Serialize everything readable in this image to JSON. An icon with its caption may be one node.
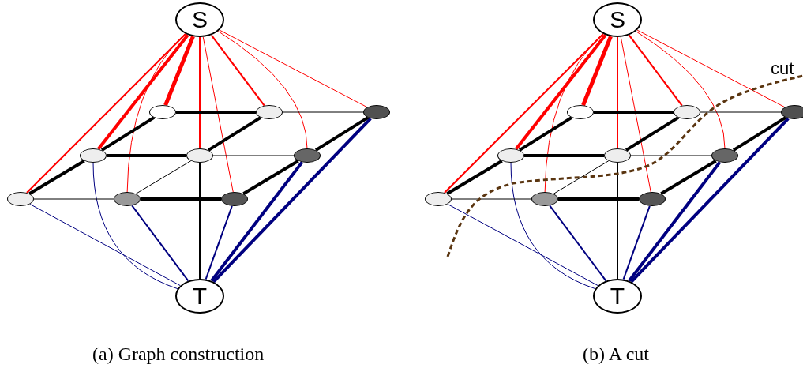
{
  "diagram": {
    "nodes": [
      {
        "text": [
          "S"
        ]
      },
      {
        "text": [
          "T"
        ]
      },
      {
        "text": [],
        "shape": "ellipse"
      },
      {
        "text": [],
        "shape": "ellipse"
      },
      {
        "text": [],
        "shape": "ellipse"
      },
      {
        "text": [],
        "shape": "ellipse"
      },
      {
        "text": [],
        "shape": "ellipse"
      },
      {
        "text": [],
        "shape": "ellipse"
      },
      {
        "text": [],
        "shape": "ellipse"
      },
      {
        "text": [],
        "shape": "ellipse"
      },
      {
        "text": [],
        "shape": "ellipse"
      },
      {
        "text": [
          "S"
        ]
      },
      {
        "text": [
          "T"
        ]
      },
      {
        "text": [],
        "shape": "ellipse"
      },
      {
        "text": [],
        "shape": "ellipse"
      },
      {
        "text": [],
        "shape": "ellipse"
      },
      {
        "text": [],
        "shape": "ellipse"
      },
      {
        "text": [],
        "shape": "ellipse"
      },
      {
        "text": [],
        "shape": "ellipse"
      },
      {
        "text": [],
        "shape": "ellipse"
      },
      {
        "text": [],
        "shape": "ellipse"
      },
      {
        "text": [],
        "shape": "ellipse"
      }
    ],
    "edges": [
      {
        "from": 0,
        "to": 8,
        "arrow": "none",
        "color": "#ff0000"
      },
      {
        "from": 0,
        "to": 5,
        "arrow": "none",
        "color": "#ff0000",
        "style": "thick"
      },
      {
        "from": 0,
        "to": 2,
        "arrow": "none",
        "color": "#ff0000",
        "style": "thick"
      },
      {
        "from": 0,
        "to": 9,
        "arrow": "none",
        "color": "#ff0000"
      },
      {
        "from": 0,
        "to": 6,
        "arrow": "none",
        "color": "#ff0000"
      },
      {
        "from": 0,
        "to": 10,
        "arrow": "none",
        "color": "#ff0000"
      },
      {
        "from": 0,
        "to": 3,
        "arrow": "none",
        "color": "#ff0000"
      },
      {
        "from": 0,
        "to": 7,
        "arrow": "none",
        "color": "#ff0000"
      },
      {
        "from": 0,
        "to": 4,
        "arrow": "none",
        "color": "#ff0000"
      },
      {
        "from": 8,
        "to": 1,
        "arrow": "none",
        "color": "#000080"
      },
      {
        "from": 5,
        "to": 1,
        "arrow": "none",
        "color": "#000080"
      },
      {
        "from": 9,
        "to": 1,
        "arrow": "none",
        "color": "#000080"
      },
      {
        "from": 10,
        "to": 1,
        "arrow": "none",
        "color": "#000080"
      },
      {
        "from": 7,
        "to": 1,
        "arrow": "none",
        "color": "#000080",
        "style": "thick"
      },
      {
        "from": 4,
        "to": 1,
        "arrow": "none",
        "color": "#000080",
        "style": "thick"
      },
      {
        "from": 2,
        "to": 3,
        "arrow": "none",
        "style": "thick"
      },
      {
        "from": 3,
        "to": 4,
        "arrow": "none"
      },
      {
        "from": 5,
        "to": 6,
        "arrow": "none",
        "style": "thick"
      },
      {
        "from": 6,
        "to": 7,
        "arrow": "none"
      },
      {
        "from": 8,
        "to": 9,
        "arrow": "none"
      },
      {
        "from": 9,
        "to": 10,
        "arrow": "none",
        "style": "thick"
      },
      {
        "from": 8,
        "to": 5,
        "arrow": "none",
        "style": "thick"
      },
      {
        "from": 5,
        "to": 2,
        "arrow": "none",
        "style": "thick"
      },
      {
        "from": 9,
        "to": 6,
        "arrow": "none"
      },
      {
        "from": 6,
        "to": 3,
        "arrow": "none",
        "style": "thick"
      },
      {
        "from": 10,
        "to": 7,
        "arrow": "none",
        "style": "thick"
      },
      {
        "from": 7,
        "to": 4,
        "arrow": "none",
        "style": "thick"
      },
      {
        "from": 6,
        "to": 1,
        "arrow": "none"
      },
      {
        "from": 11,
        "to": 19,
        "arrow": "none",
        "color": "#ff0000"
      },
      {
        "from": 11,
        "to": 16,
        "arrow": "none",
        "color": "#ff0000",
        "style": "thick"
      },
      {
        "from": 11,
        "to": 13,
        "arrow": "none",
        "color": "#ff0000",
        "style": "thick"
      },
      {
        "from": 11,
        "to": 20,
        "arrow": "none",
        "color": "#ff0000"
      },
      {
        "from": 11,
        "to": 17,
        "arrow": "none",
        "color": "#ff0000"
      },
      {
        "from": 11,
        "to": 21,
        "arrow": "none",
        "color": "#ff0000"
      },
      {
        "from": 11,
        "to": 14,
        "arrow": "none",
        "color": "#ff0000"
      },
      {
        "from": 11,
        "to": 18,
        "arrow": "none",
        "color": "#ff0000"
      },
      {
        "from": 11,
        "to": 15,
        "arrow": "none",
        "color": "#ff0000"
      },
      {
        "from": 19,
        "to": 12,
        "arrow": "none",
        "color": "#000080"
      },
      {
        "from": 16,
        "to": 12,
        "arrow": "none",
        "color": "#000080"
      },
      {
        "from": 20,
        "to": 12,
        "arrow": "none",
        "color": "#000080"
      },
      {
        "from": 21,
        "to": 12,
        "arrow": "none",
        "color": "#000080"
      },
      {
        "from": 18,
        "to": 12,
        "arrow": "none",
        "color": "#000080",
        "style": "thick"
      },
      {
        "from": 15,
        "to": 12,
        "arrow": "none",
        "color": "#000080",
        "style": "thick"
      },
      {
        "from": 13,
        "to": 14,
        "arrow": "none",
        "style": "thick"
      },
      {
        "from": 14,
        "to": 15,
        "arrow": "none"
      },
      {
        "from": 16,
        "to": 17,
        "arrow": "none",
        "style": "thick"
      },
      {
        "from": 17,
        "to": 18,
        "arrow": "none"
      },
      {
        "from": 19,
        "to": 20,
        "arrow": "none"
      },
      {
        "from": 20,
        "to": 21,
        "arrow": "none",
        "style": "thick"
      },
      {
        "from": 19,
        "to": 16,
        "arrow": "none",
        "style": "thick"
      },
      {
        "from": 16,
        "to": 13,
        "arrow": "none",
        "style": "thick"
      },
      {
        "from": 20,
        "to": 17,
        "arrow": "none"
      },
      {
        "from": 17,
        "to": 14,
        "arrow": "none",
        "style": "thick"
      },
      {
        "from": 21,
        "to": 18,
        "arrow": "none",
        "style": "thick"
      },
      {
        "from": 18,
        "to": 15,
        "arrow": "none",
        "style": "thick"
      },
      {
        "from": 17,
        "to": 12,
        "arrow": "none"
      }
    ],
    "labels": [
      "cut",
      "(a) Graph construction",
      "(b) A cut"
    ]
  }
}
